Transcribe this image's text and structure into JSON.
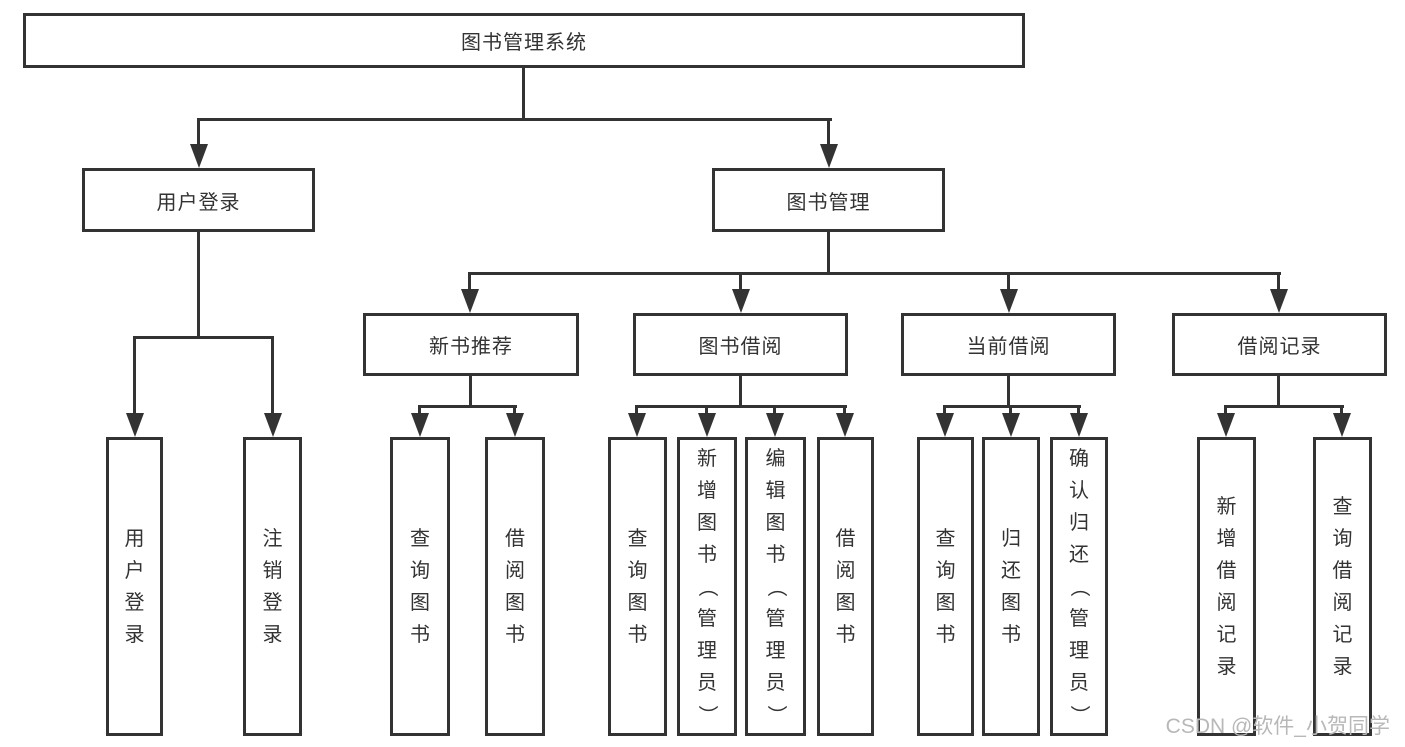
{
  "colors": {
    "line": "#333333",
    "ink": "#333333",
    "background": "#ffffff",
    "watermark": "#b8b8b8"
  },
  "watermark": {
    "text": "CSDN @软件_小贺同学"
  },
  "tree": {
    "label": "图书管理系统",
    "children": [
      {
        "label": "用户登录",
        "children": [
          {
            "label": "用户登录"
          },
          {
            "label": "注销登录"
          }
        ]
      },
      {
        "label": "图书管理",
        "children": [
          {
            "label": "新书推荐",
            "children": [
              {
                "label": "查询图书"
              },
              {
                "label": "借阅图书"
              }
            ]
          },
          {
            "label": "图书借阅",
            "children": [
              {
                "label": "查询图书"
              },
              {
                "label": "新增图书（管理员）"
              },
              {
                "label": "编辑图书（管理员）"
              },
              {
                "label": "借阅图书"
              }
            ]
          },
          {
            "label": "当前借阅",
            "children": [
              {
                "label": "查询图书"
              },
              {
                "label": "归还图书"
              },
              {
                "label": "确认归还（管理员）"
              }
            ]
          },
          {
            "label": "借阅记录",
            "children": [
              {
                "label": "新增借阅记录"
              },
              {
                "label": "查询借阅记录"
              }
            ]
          }
        ]
      }
    ]
  }
}
